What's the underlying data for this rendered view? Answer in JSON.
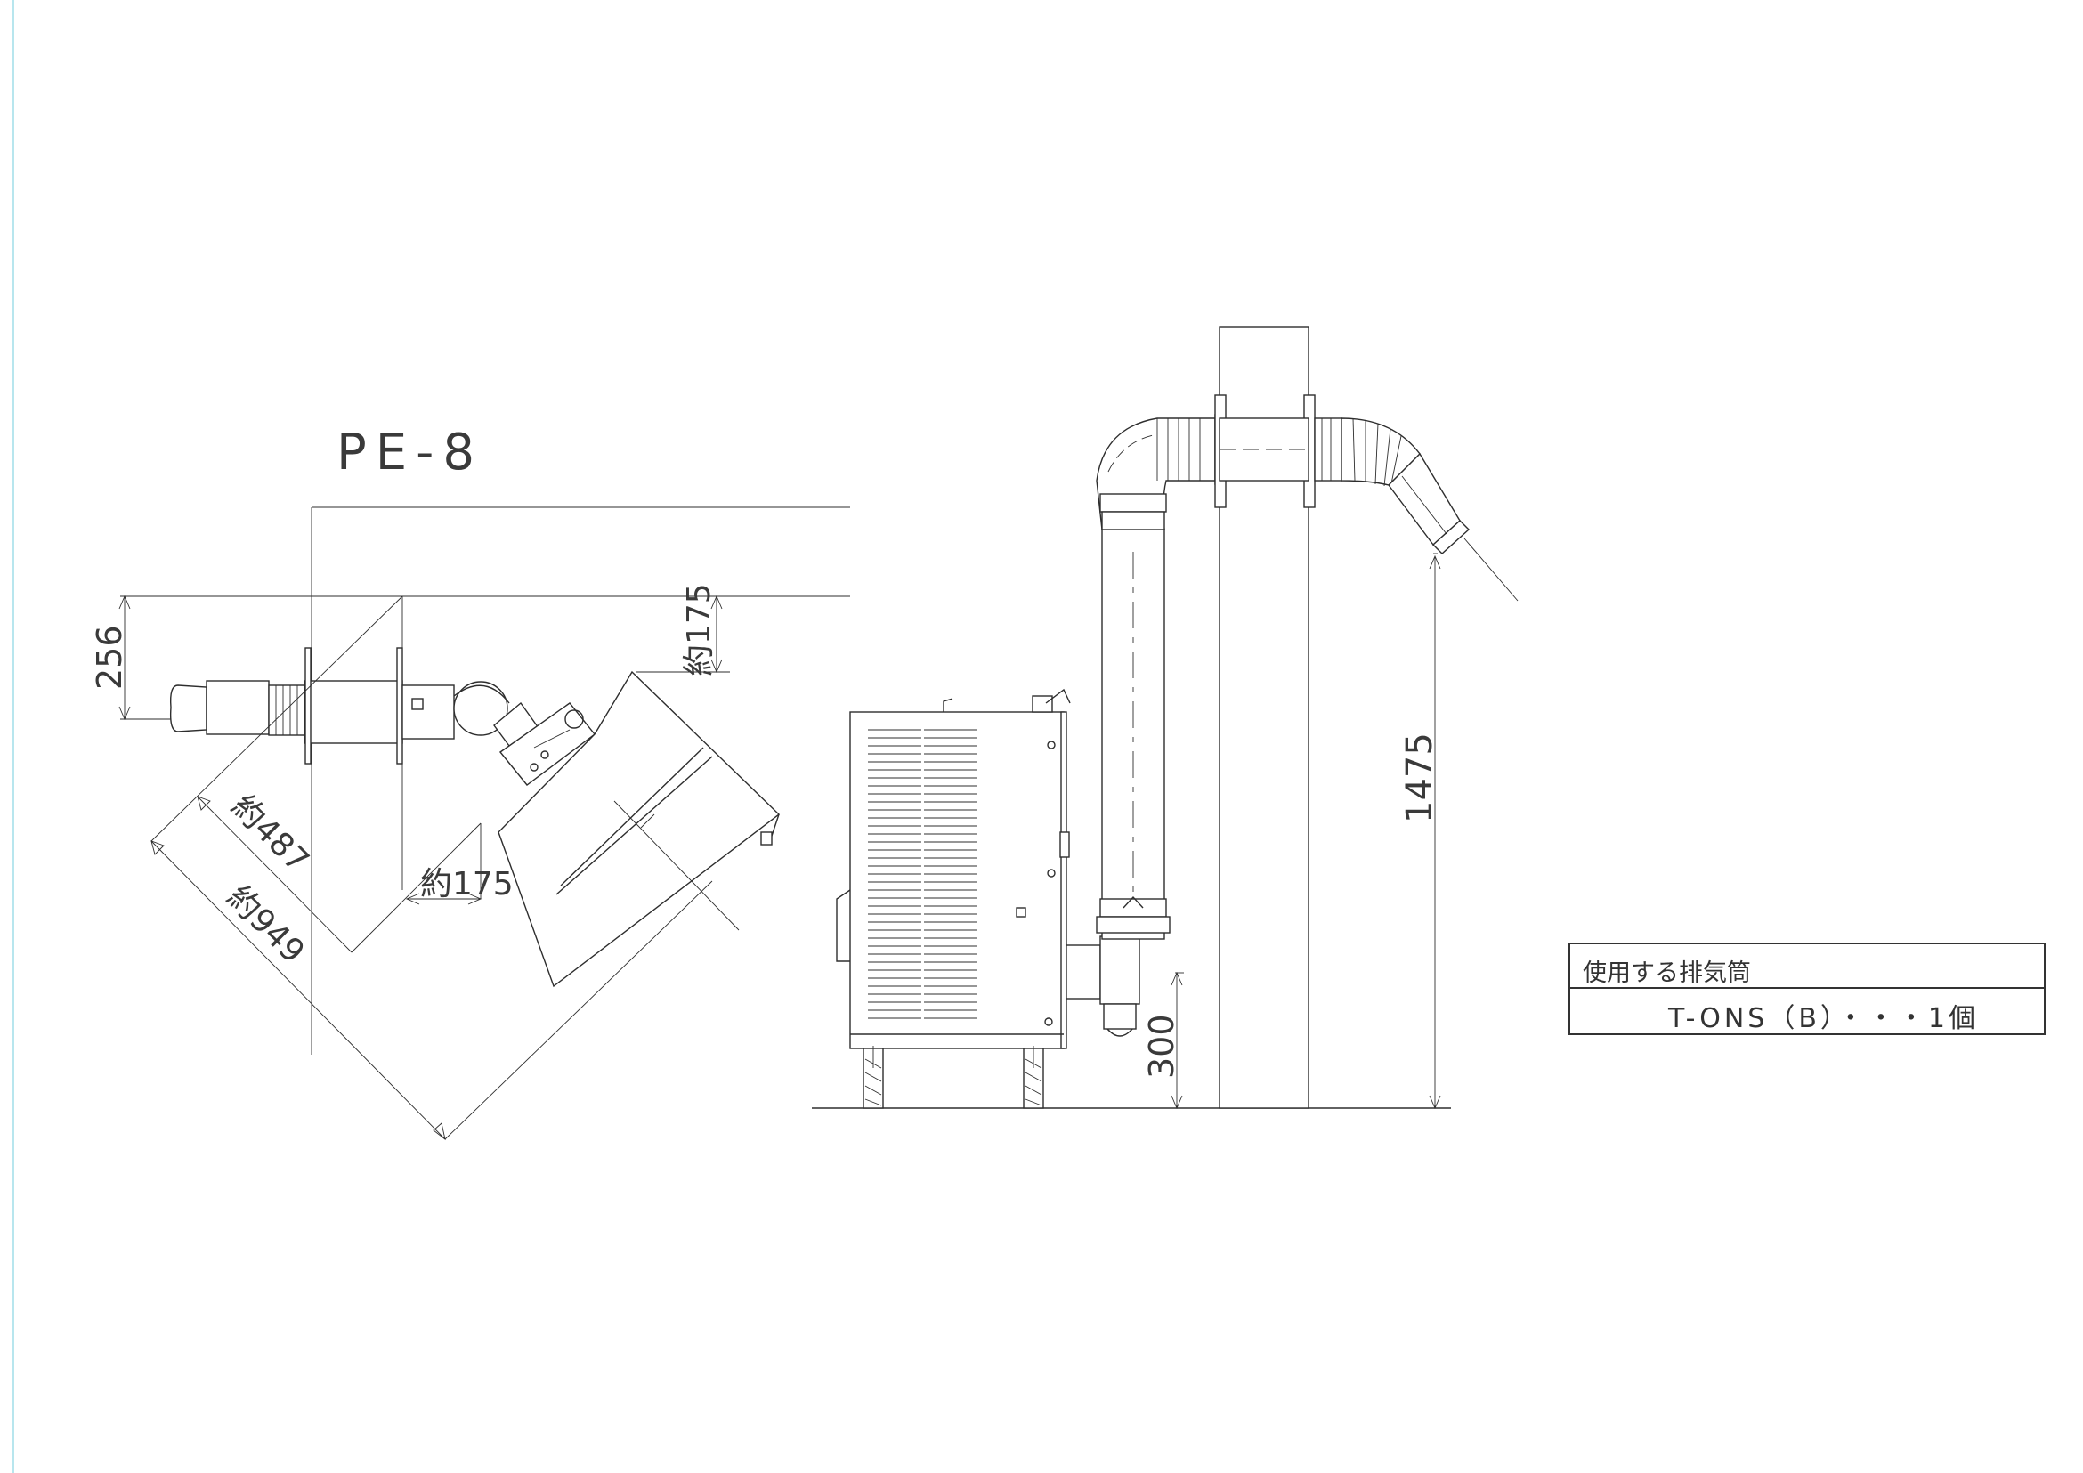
{
  "model_label": "PE-8",
  "dimensions": {
    "d_256": "256",
    "d_175_top": "約175",
    "d_487": "約487",
    "d_949": "約949",
    "d_175_mid": "約175",
    "d_1475": "1475",
    "d_300": "300"
  },
  "info_box": {
    "header": "使用する排気筒",
    "value": "T-ONS（B）・・・1個"
  }
}
